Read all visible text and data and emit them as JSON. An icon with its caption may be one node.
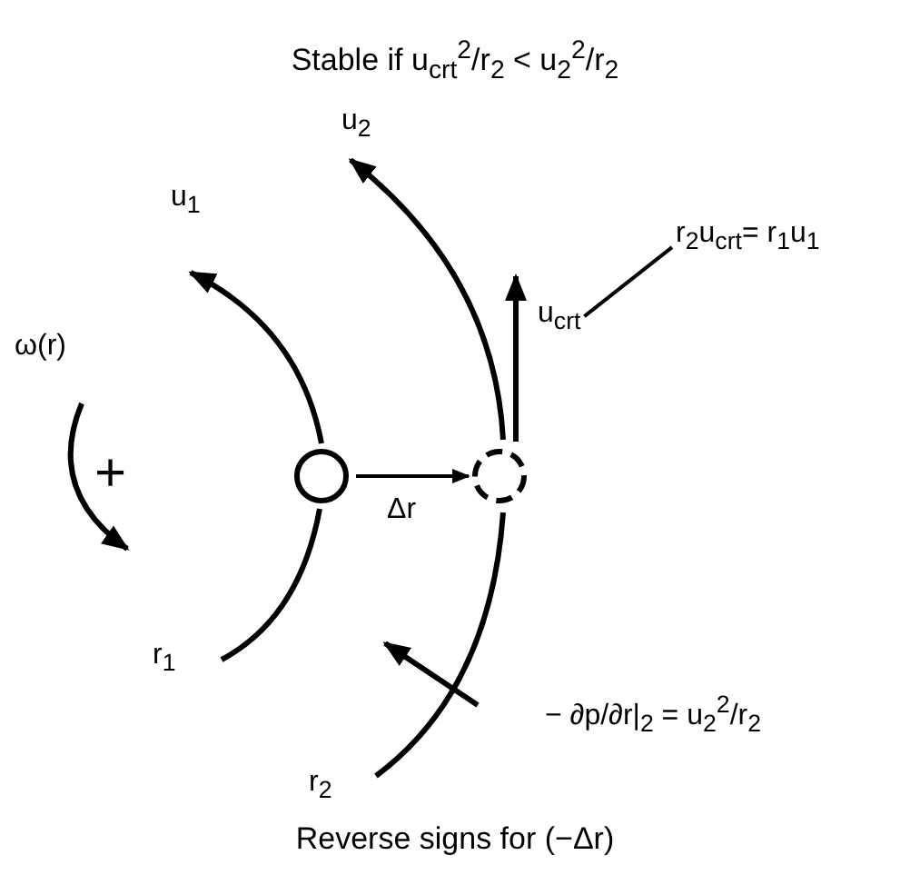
{
  "diagram": {
    "title": "Stable if u$_{crt}$$^{2}$/r$_{2}$ < u$_{2}$$^{2}$/r$_{2}$",
    "caption": "Reverse signs for (−Δr)",
    "nodes": [
      {
        "text": [],
        "shape": "circle"
      },
      {
        "text": [],
        "shape": "circle"
      },
      {
        "text": [
          "u$_{crt}$"
        ]
      },
      {
        "text": [
          "r$_{2}$u$_{crt}$= r$_{1}$u$_{1}$"
        ]
      }
    ],
    "edges": [
      {
        "from": 0,
        "to": 1,
        "arrow": "to",
        "label": "Δr"
      },
      {
        "from": 3,
        "to": 2,
        "arrow": "none"
      }
    ],
    "labels": [
      "u$_{2}$",
      "u$_{1}$",
      "ω(r)",
      "+",
      "r$_{1}$",
      "r$_{2}$",
      "− ∂p/∂r|$_{2}$ = u$_{2}$$^{2}$/r$_{2}$"
    ]
  }
}
